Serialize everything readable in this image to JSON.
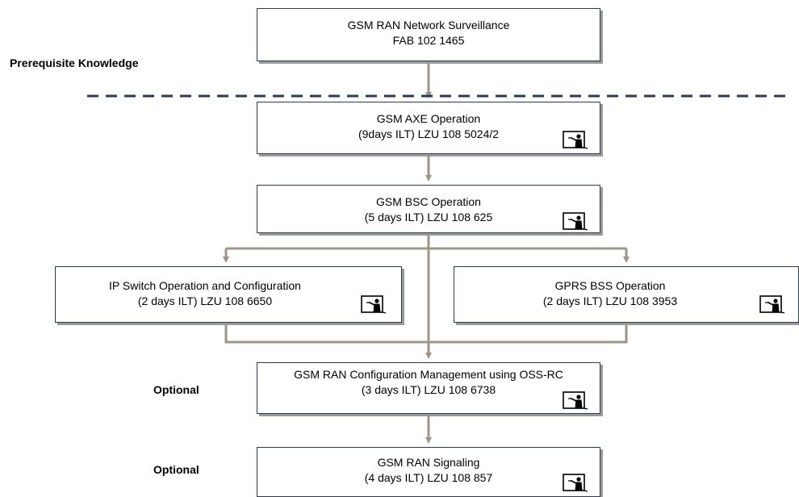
{
  "prerequisite_label": "Prerequisite Knowledge",
  "optional_label_1": "Optional",
  "optional_label_2": "Optional",
  "icon": "instructor-led-training-icon",
  "colors": {
    "connector": "#a09488",
    "divider": "#2b3a55",
    "box_border": "#2b3a55"
  },
  "courses": {
    "surveillance": {
      "title": "GSM RAN Network Surveillance",
      "code": "FAB 102 1465"
    },
    "axe": {
      "title": "GSM AXE Operation",
      "code": "(9days ILT) LZU 108 5024/2"
    },
    "bsc": {
      "title": "GSM BSC Operation",
      "code": "(5 days ILT) LZU 108 625"
    },
    "ip_switch": {
      "title": "IP Switch Operation and Configuration",
      "code": "(2 days ILT) LZU 108 6650"
    },
    "gprs": {
      "title": "GPRS BSS Operation",
      "code": "(2 days ILT) LZU 108 3953"
    },
    "oss": {
      "title": "GSM RAN Configuration Management using OSS-RC",
      "code": "(3 days ILT) LZU 108 6738"
    },
    "signaling": {
      "title": "GSM RAN Signaling",
      "code": "(4 days ILT) LZU 108 857"
    }
  }
}
